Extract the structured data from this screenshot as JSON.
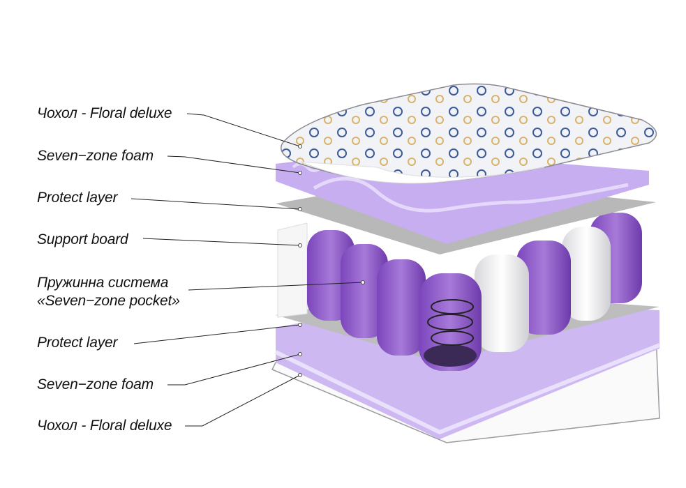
{
  "labels": [
    {
      "text": "Чохол - Floral deluxe"
    },
    {
      "text": "Seven−zone foam"
    },
    {
      "text": "Protect layer"
    },
    {
      "text": "Support board"
    },
    {
      "text": "Пружинна система",
      "text2": "«Seven−zone pocket»"
    },
    {
      "text": "Protect layer"
    },
    {
      "text": "Seven−zone foam"
    },
    {
      "text": "Чохол - Floral deluxe"
    }
  ],
  "colors": {
    "foam": "#c9b4ef",
    "spring_purple": "#8e5cc8",
    "felt": "#b9b9b9",
    "cover": "#f4f4f6"
  }
}
